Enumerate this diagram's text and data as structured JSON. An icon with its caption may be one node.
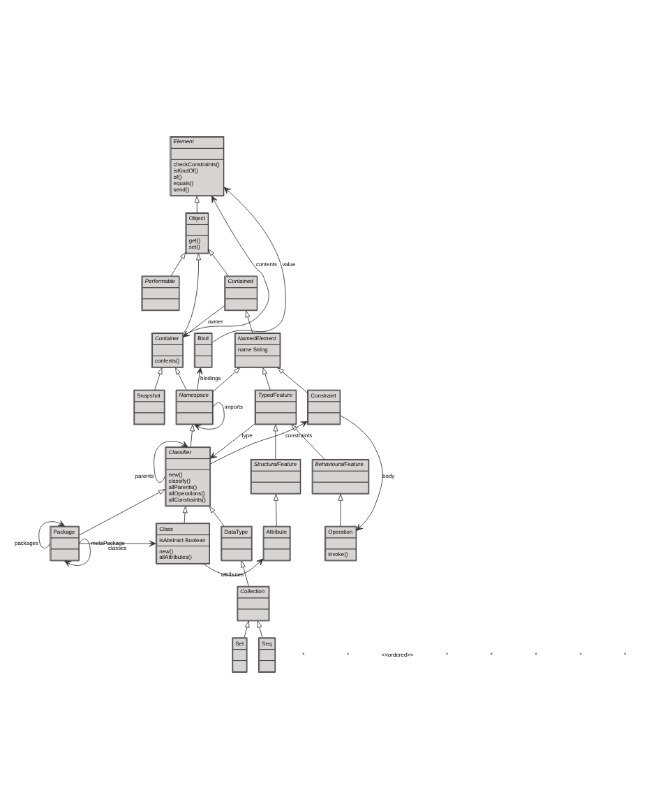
{
  "diagram": {
    "nodes": [
      {
        "text": [
          "Element",
          "checkConstraints()",
          "isKindOf()",
          "of()",
          "equals()",
          "send()"
        ]
      },
      {
        "text": [
          "Object",
          "get()",
          "set()"
        ]
      },
      {
        "text": [
          "Performable"
        ]
      },
      {
        "text": [
          "Contained"
        ]
      },
      {
        "text": [
          "Container",
          "contents()"
        ]
      },
      {
        "text": [
          "Snapshot"
        ]
      },
      {
        "text": [
          "NamedElement",
          "name String"
        ]
      },
      {
        "text": [
          "Namespace"
        ]
      },
      {
        "text": [
          "Bind"
        ]
      },
      {
        "text": [
          "TypedFeature"
        ]
      },
      {
        "text": [
          "Classifier",
          "new()",
          "classify()",
          "allParents()",
          "allOperations()",
          "allConstraints()"
        ]
      },
      {
        "text": [
          "Constraint"
        ]
      },
      {
        "text": [
          "StructuralFeature"
        ]
      },
      {
        "text": [
          "BehaviouralFeature"
        ]
      },
      {
        "text": [
          "Attribute"
        ]
      },
      {
        "text": [
          "Package"
        ]
      },
      {
        "text": [
          "Operation",
          "invoke()"
        ]
      },
      {
        "text": [
          "Class",
          "isAbstract Boolean",
          "new()",
          "allAttributes()"
        ]
      },
      {
        "text": [
          "DataType"
        ]
      },
      {
        "text": [
          "Collection"
        ]
      },
      {
        "text": [
          "Set"
        ]
      },
      {
        "text": [
          "Seq"
        ]
      }
    ],
    "edges": [
      {
        "from": 1,
        "to": 0,
        "arrow": "to"
      },
      {
        "from": 4,
        "to": 0,
        "arrow": "to",
        "label": "contents"
      },
      {
        "from": 8,
        "to": 0,
        "arrow": "to",
        "label": "value"
      },
      {
        "from": 3,
        "to": 1,
        "arrow": "to"
      },
      {
        "from": 2,
        "to": 1,
        "arrow": "to"
      },
      {
        "from": 4,
        "to": 1,
        "arrow": "to"
      },
      {
        "from": 3,
        "to": 4,
        "arrow": "to",
        "label": "owner"
      },
      {
        "from": 5,
        "to": 4,
        "arrow": "to"
      },
      {
        "from": 6,
        "to": 3,
        "arrow": "to"
      },
      {
        "from": 7,
        "to": 4,
        "arrow": "to"
      },
      {
        "from": 7,
        "to": 6,
        "arrow": "to"
      },
      {
        "from": 7,
        "to": 8,
        "arrow": "to",
        "label": "bindings"
      },
      {
        "from": 7,
        "to": 7,
        "arrow": "to",
        "label": "imports"
      },
      {
        "from": 11,
        "to": 6,
        "arrow": "to"
      },
      {
        "from": 10,
        "to": 7,
        "arrow": "to"
      },
      {
        "from": 10,
        "to": 10,
        "arrow": "to",
        "label": "parents"
      },
      {
        "from": 9,
        "to": 6,
        "arrow": "to"
      },
      {
        "from": 9,
        "to": 10,
        "arrow": "to",
        "label": "type"
      },
      {
        "from": 10,
        "to": 11,
        "arrow": "to",
        "label": "constraints"
      },
      {
        "from": 12,
        "to": 9,
        "arrow": "to"
      },
      {
        "from": 13,
        "to": 9,
        "arrow": "to"
      },
      {
        "from": 14,
        "to": 12,
        "arrow": "to"
      },
      {
        "from": 17,
        "to": 14,
        "arrow": "to",
        "label": "attributes"
      },
      {
        "from": 17,
        "to": 10,
        "arrow": "to"
      },
      {
        "from": 15,
        "to": 10,
        "arrow": "to"
      },
      {
        "from": 18,
        "to": 10,
        "arrow": "to"
      },
      {
        "from": 15,
        "to": 15,
        "arrow": "to",
        "label": "packages"
      },
      {
        "from": 15,
        "to": 15,
        "arrow": "to",
        "label": "metaPackage"
      },
      {
        "from": 15,
        "to": 17,
        "arrow": "to",
        "label": "classes"
      },
      {
        "from": 16,
        "to": 13,
        "arrow": "to"
      },
      {
        "from": 11,
        "to": 16,
        "arrow": "to",
        "label": "body"
      },
      {
        "from": 19,
        "to": 18,
        "arrow": "to"
      },
      {
        "from": 20,
        "to": 19,
        "arrow": "to"
      },
      {
        "from": 21,
        "to": 19,
        "arrow": "to"
      }
    ],
    "labels": [
      "*",
      "*",
      "<<ordered>>",
      "*",
      "*",
      "*",
      "*",
      "*"
    ]
  }
}
